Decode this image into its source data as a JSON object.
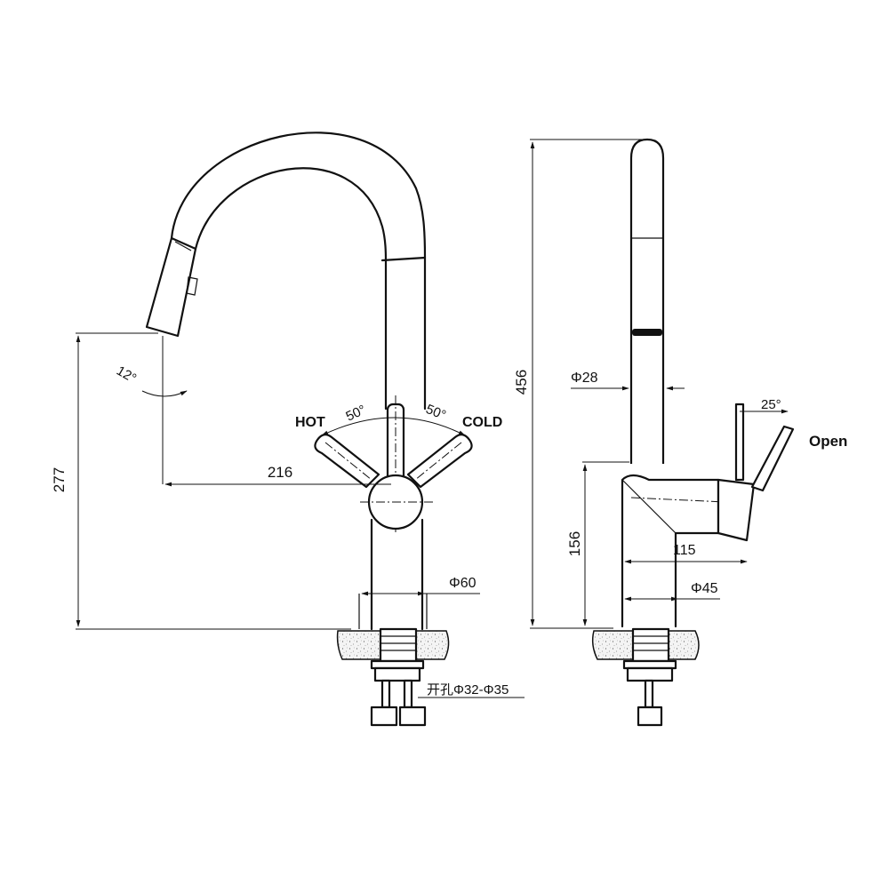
{
  "front_view": {
    "dim_height": "277",
    "dim_reach": "216",
    "dim_base_diameter": "Φ60",
    "spray_angle": "12°",
    "hot_label": "HOT",
    "cold_label": "COLD",
    "hot_angle": "50°",
    "cold_angle": "50°",
    "hole_size": "开孔Φ32-Φ35"
  },
  "side_view": {
    "dim_total_height": "456",
    "dim_spout_diameter": "Φ28",
    "dim_handle_height": "156",
    "dim_handle_depth": "115",
    "dim_body_diameter": "Φ45",
    "lever_angle": "25°",
    "open_label": "Open"
  }
}
